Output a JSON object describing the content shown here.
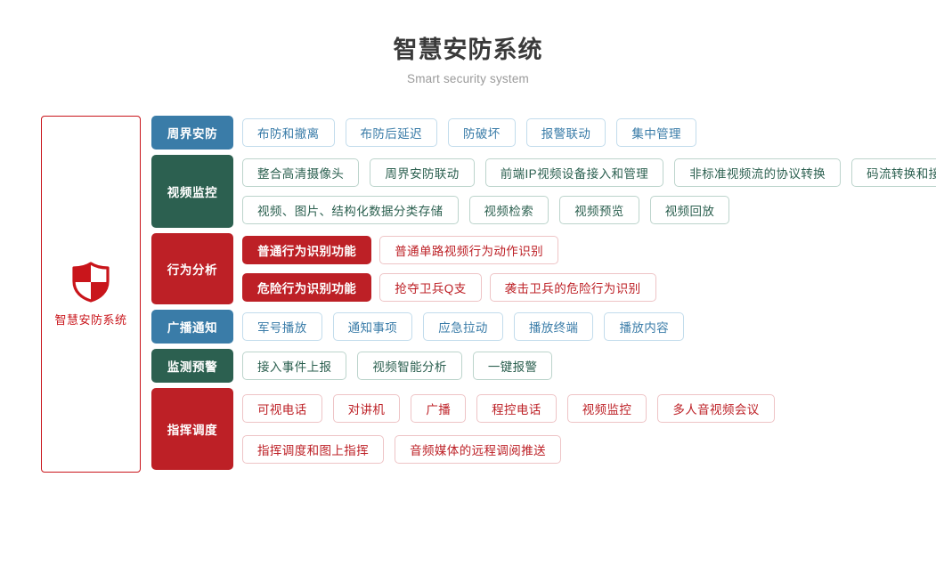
{
  "header": {
    "title": "智慧安防系统",
    "subtitle": "Smart security system"
  },
  "brand": {
    "icon": "shield-icon",
    "label": "智慧安防系统",
    "border_color": "#c9151b",
    "text_color": "#c9151b"
  },
  "colors": {
    "blue": "#3a7ca8",
    "green": "#2c6050",
    "red": "#bd2026",
    "blue_border": "#c2dcec",
    "green_border": "#bcd4cc",
    "red_border": "#eec4c6",
    "title": "#3a3a3a",
    "subtitle": "#9a9a9a"
  },
  "rows": [
    {
      "category": "周界安防",
      "theme": "blue",
      "lines": [
        {
          "tag": null,
          "items": [
            "布防和撤离",
            "布防后延迟",
            "防破坏",
            "报警联动",
            "集中管理"
          ]
        }
      ]
    },
    {
      "category": "视频监控",
      "theme": "green",
      "lines": [
        {
          "tag": null,
          "items": [
            "整合高清摄像头",
            "周界安防联动",
            "前端IP视频设备接入和管理",
            "非标准视频流的协议转换",
            "码流转换和接口转换"
          ]
        },
        {
          "tag": null,
          "items": [
            "视频、图片、结构化数据分类存储",
            "视频检索",
            "视频预览",
            "视频回放"
          ]
        }
      ]
    },
    {
      "category": "行为分析",
      "theme": "red",
      "lines": [
        {
          "tag": "普通行为识别功能",
          "items": [
            "普通单路视频行为动作识别"
          ]
        },
        {
          "tag": "危险行为识别功能",
          "items": [
            "抢夺卫兵Q支",
            "袭击卫兵的危险行为识别"
          ]
        }
      ]
    },
    {
      "category": "广播通知",
      "theme": "blue",
      "lines": [
        {
          "tag": null,
          "items": [
            "军号播放",
            "通知事项",
            "应急拉动",
            "播放终端",
            "播放内容"
          ]
        }
      ]
    },
    {
      "category": "监测预警",
      "theme": "green",
      "lines": [
        {
          "tag": null,
          "items": [
            "接入事件上报",
            "视频智能分析",
            "一键报警"
          ]
        }
      ]
    },
    {
      "category": "指挥调度",
      "theme": "red",
      "lines": [
        {
          "tag": null,
          "items": [
            "可视电话",
            "对讲机",
            "广播",
            "程控电话",
            "视频监控",
            "多人音视频会议"
          ]
        },
        {
          "tag": null,
          "items": [
            "指挥调度和图上指挥",
            "音频媒体的远程调阅推送"
          ]
        }
      ]
    }
  ]
}
